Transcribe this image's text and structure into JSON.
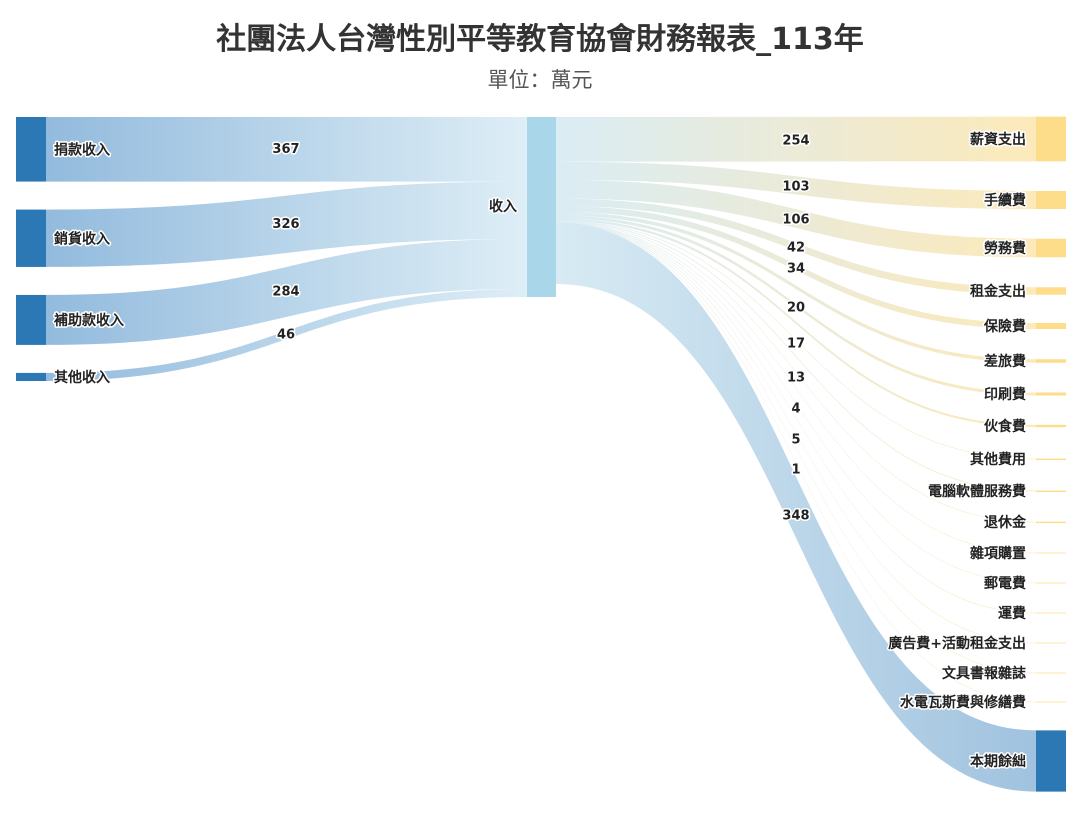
{
  "chart_data": {
    "type": "sankey",
    "title": "社團法人台灣性別平等教育協會財務報表_113年",
    "subtitle": "單位：萬元",
    "colors": {
      "income_node": "#2c78b5",
      "center_node": "#a9d6e8",
      "expense_node": "#fddc8a",
      "surplus_node": "#2c78b5"
    },
    "center": "收入",
    "sources": [
      {
        "name": "捐款收入",
        "value": 367
      },
      {
        "name": "銷貨收入",
        "value": 326
      },
      {
        "name": "補助款收入",
        "value": 284
      },
      {
        "name": "其他收入",
        "value": 46
      }
    ],
    "targets": [
      {
        "name": "薪資支出",
        "value": 254
      },
      {
        "name": "手續費",
        "value": 103
      },
      {
        "name": "勞務費",
        "value": 106
      },
      {
        "name": "租金支出",
        "value": 42
      },
      {
        "name": "保險費",
        "value": 34
      },
      {
        "name": "差旅費",
        "value": 20
      },
      {
        "name": "印刷費",
        "value": 17
      },
      {
        "name": "伙食費",
        "value": 13
      },
      {
        "name": "其他費用",
        "value": 4
      },
      {
        "name": "電腦軟體服務費",
        "value": 5
      },
      {
        "name": "退休金",
        "value": 1
      },
      {
        "name": "雜項購置",
        "value": null
      },
      {
        "name": "郵電費",
        "value": null
      },
      {
        "name": "運費",
        "value": null
      },
      {
        "name": "廣告費+活動租金支出",
        "value": null
      },
      {
        "name": "文具書報雜誌",
        "value": null
      },
      {
        "name": "水電瓦斯費與修繕費",
        "value": null
      },
      {
        "name": "本期餘絀",
        "value": 348
      }
    ]
  }
}
